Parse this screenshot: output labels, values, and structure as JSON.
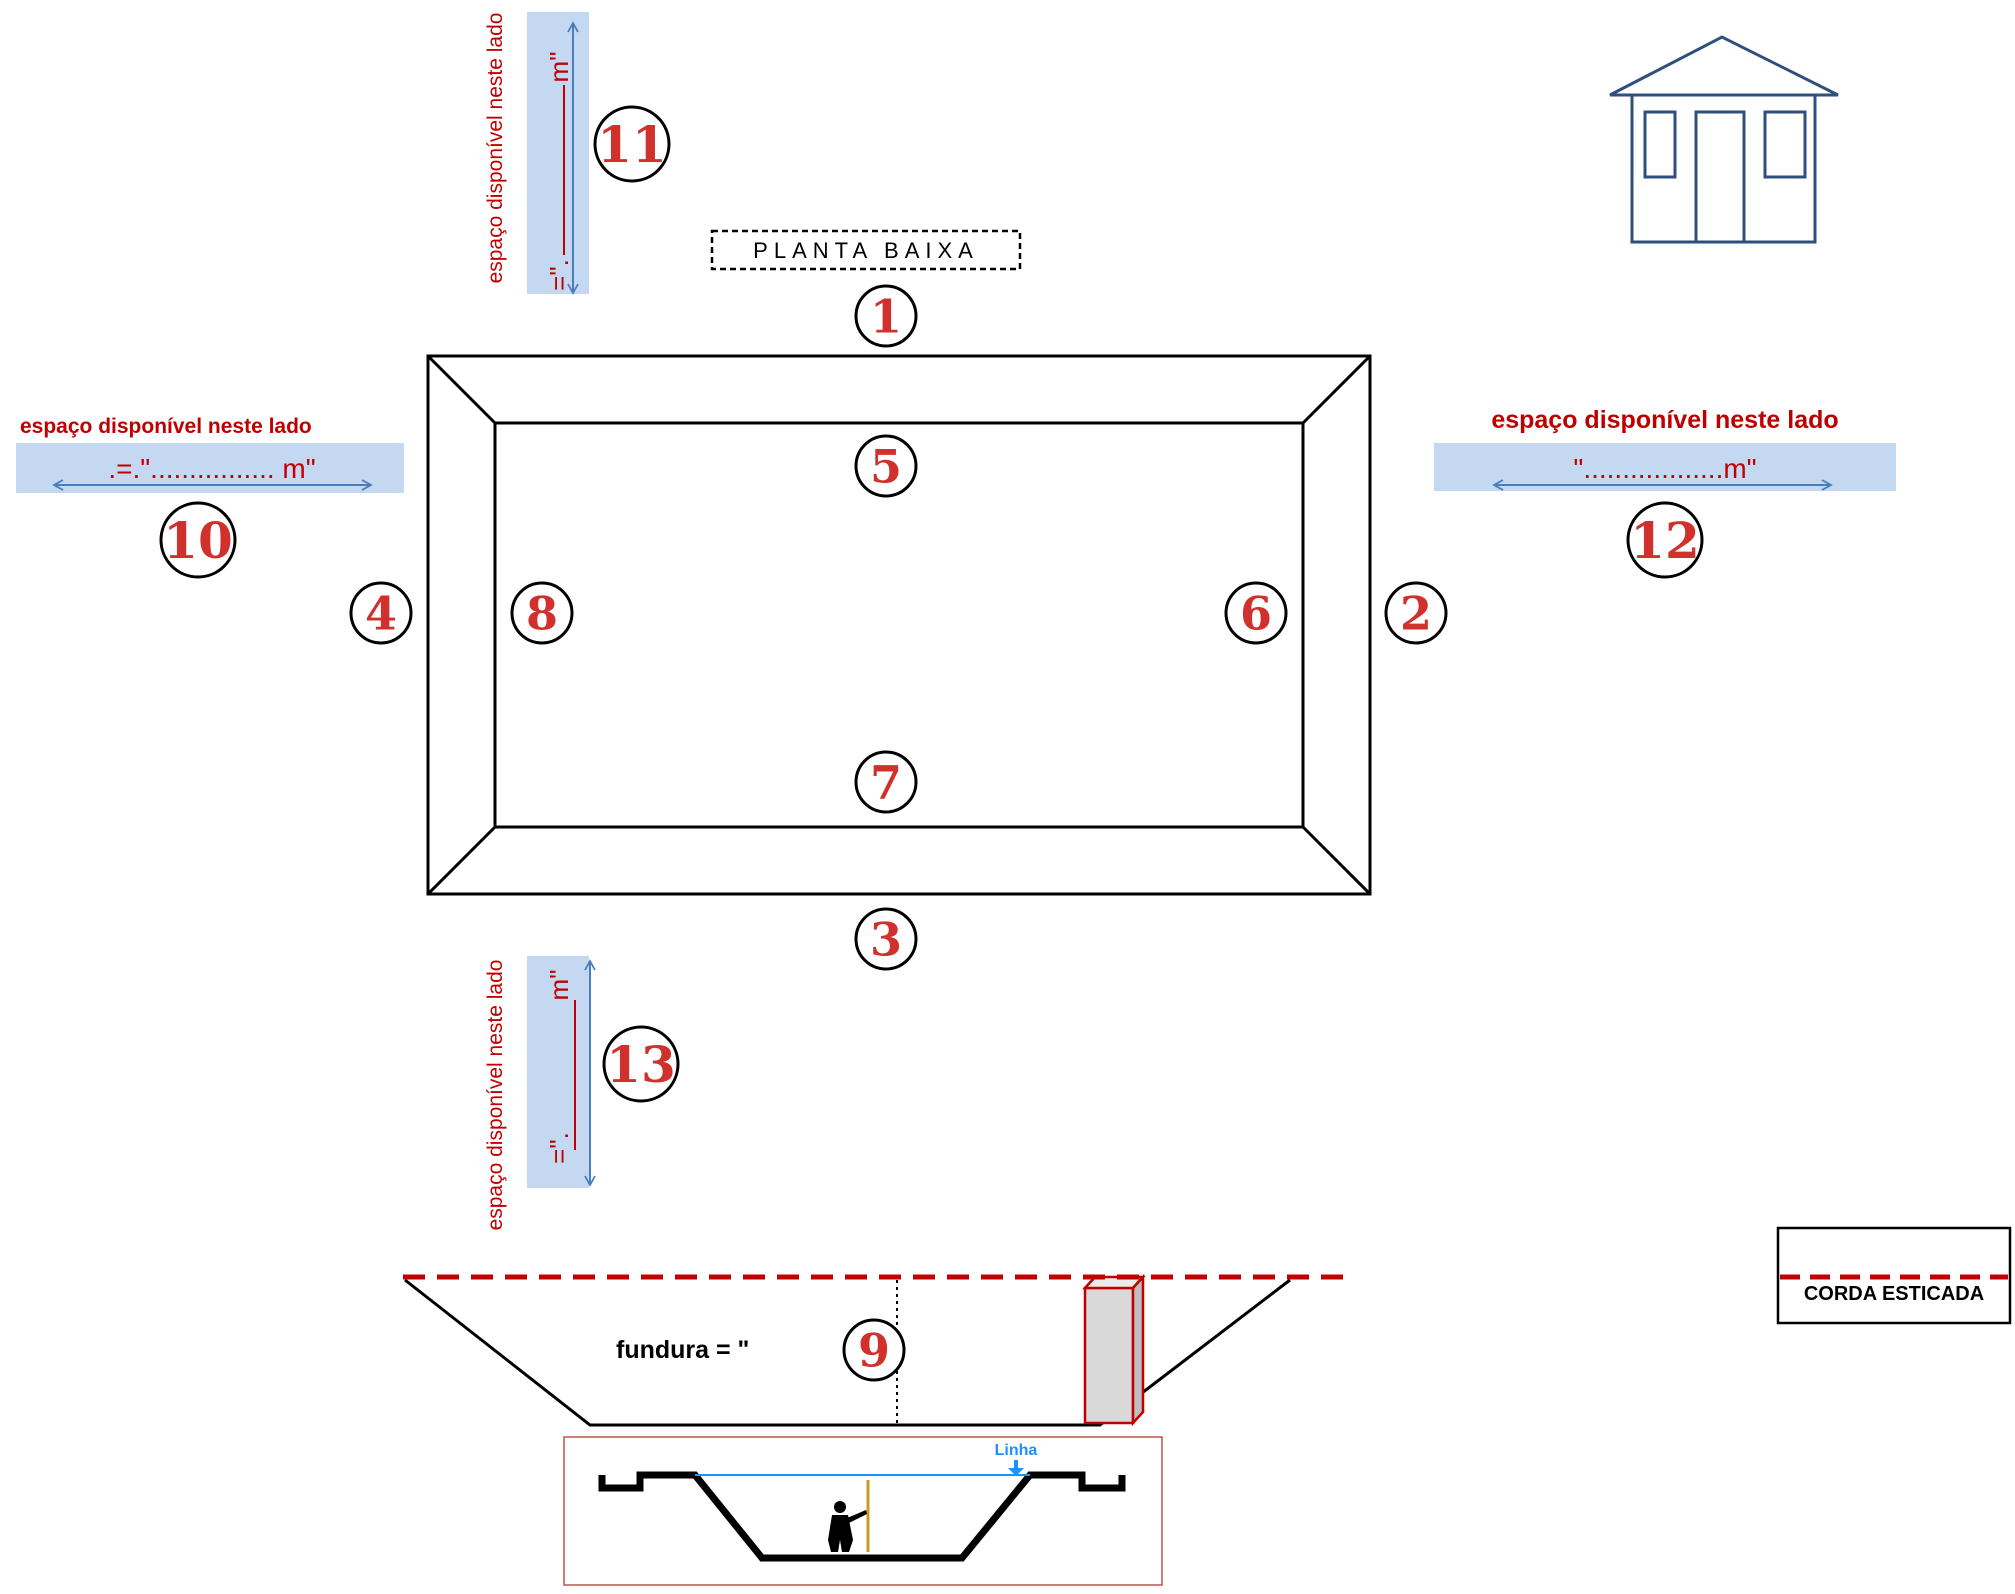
{
  "title": "PLANTA BAIXA",
  "markers": [
    "1",
    "2",
    "3",
    "4",
    "5",
    "6",
    "7",
    "8",
    "9",
    "10",
    "11",
    "12",
    "13"
  ],
  "space_label": "espaço disponível neste lado",
  "side10": {
    "value": ".=.\"................ m\""
  },
  "side11": {
    "top": "m\"",
    "bottom": "=\"."
  },
  "side12": {
    "value": "\"..................m\""
  },
  "side13": {
    "top": "m\"",
    "bottom": "=\"."
  },
  "depth_label": "fundura = \"",
  "legend": {
    "label": "CORDA ESTICADA"
  },
  "inset": {
    "label": "Linha"
  },
  "colors": {
    "accent_red": "#c00000",
    "marker_red": "#d0312d",
    "band_blue": "#c5d8f1",
    "arrow_blue": "#4a7ebb",
    "house_blue": "#2f4f7f",
    "line_cyan": "#1e90ff",
    "post_fill": "#d9d9d9",
    "post_stroke": "#c00000"
  },
  "icons": [
    "house-icon",
    "person-measuring-icon"
  ]
}
